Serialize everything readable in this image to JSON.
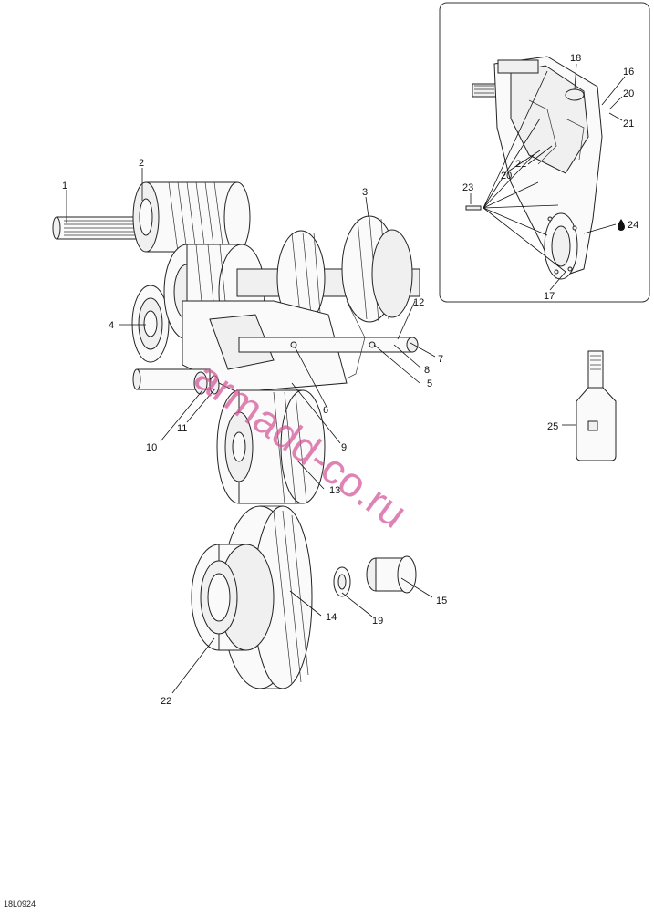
{
  "diagram_code": "18L0924",
  "watermark": "armadd-co.ru",
  "callouts": [
    "1",
    "2",
    "3",
    "4",
    "5",
    "6",
    "7",
    "8",
    "9",
    "10",
    "11",
    "12",
    "13",
    "14",
    "15",
    "16",
    "17",
    "18",
    "19",
    "20",
    "21",
    "22",
    "23",
    "24",
    "25"
  ],
  "inset_callouts": [
    "16",
    "17",
    "18",
    "20",
    "20",
    "21",
    "21",
    "23",
    "24"
  ]
}
